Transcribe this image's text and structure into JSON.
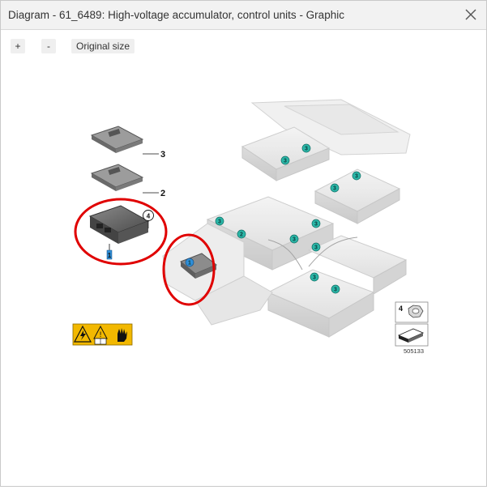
{
  "window": {
    "title": "Diagram - 61_6489: High-voltage accumulator, control units - Graphic",
    "close_icon": "close-icon"
  },
  "toolbar": {
    "zoom_in_label": "+",
    "zoom_out_label": "-",
    "original_size_label": "Original size"
  },
  "diagram": {
    "parts": [
      {
        "number": "1",
        "name": "control-unit-part-1"
      },
      {
        "number": "2",
        "name": "control-unit-part-2"
      },
      {
        "number": "3",
        "name": "control-unit-part-3"
      },
      {
        "number": "4",
        "name": "nut-part-4"
      }
    ],
    "callouts": [
      "3",
      "3",
      "3",
      "3",
      "3",
      "2",
      "3",
      "3",
      "3",
      "3",
      "3",
      "1"
    ],
    "diagram_id": "505133",
    "warning_icons": [
      "high-voltage-warning-icon",
      "manual-icon",
      "protective-glove-icon"
    ],
    "highlight_color": "#e00000",
    "callout_color": "#2bb7a8",
    "callout_color_blue": "#2f8fd8",
    "warning_color": "#f2b800"
  }
}
